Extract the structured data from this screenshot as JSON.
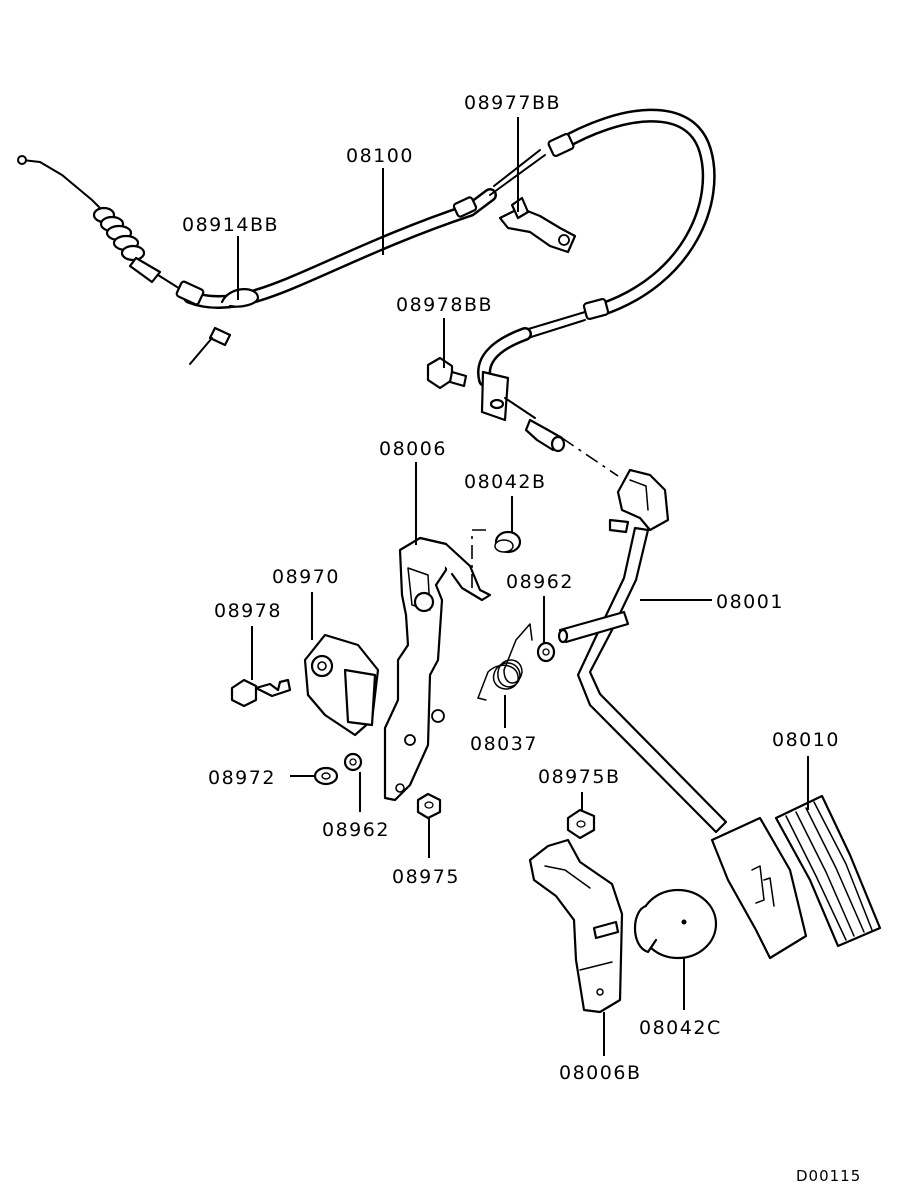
{
  "labels": {
    "cable": "08100",
    "cable_clip_upper": "08977BB",
    "cable_clamp": "08914BB",
    "bolt_bracket": "08978BB",
    "pedal_bracket": "08006",
    "stopper_upper": "08042B",
    "bushing_right": "08962",
    "sensor": "08970",
    "bolt_sensor": "08978",
    "pedal_arm": "08001",
    "nut_washer": "08972",
    "bushing_lower": "08962",
    "nut_lower": "08975",
    "spring": "08037",
    "nut_right": "08975B",
    "pedal_pad": "08010",
    "stopper_lower": "08042C",
    "bracket_lower": "08006B"
  },
  "diagram_code": "D00115"
}
